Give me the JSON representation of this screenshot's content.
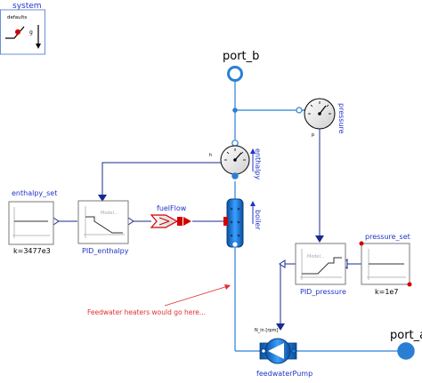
{
  "system": {
    "title": "system",
    "label": "defaults",
    "g": "g"
  },
  "ports": {
    "b": "port_b",
    "a": "port_a"
  },
  "pressure": {
    "label": "pressure",
    "pin": "p"
  },
  "enthalpy": {
    "label": "enthalpy",
    "pin": "h"
  },
  "boiler": {
    "label": "boiler"
  },
  "fuelflow": {
    "label": "fuelFlow"
  },
  "enthalpy_set": {
    "title": "enthalpy_set",
    "value": "k=3477e3"
  },
  "pid_enthalpy": {
    "title": "PID_enthalpy",
    "model": "Model..."
  },
  "pid_pressure": {
    "title": "PID_pressure",
    "model": "Model..."
  },
  "pressure_set": {
    "title": "pressure_set",
    "value": "k=1e7"
  },
  "pump": {
    "title": "feedwaterPump",
    "input_label": "N_in [rpm]"
  },
  "annotation": {
    "text": "Feedwater heaters would go here..."
  },
  "colors": {
    "fluid": "#2a7fd4",
    "signal": "#1a2b8f",
    "port_red": "#d40000",
    "note_red": "#e03030",
    "label_blue": "#2033c8"
  }
}
